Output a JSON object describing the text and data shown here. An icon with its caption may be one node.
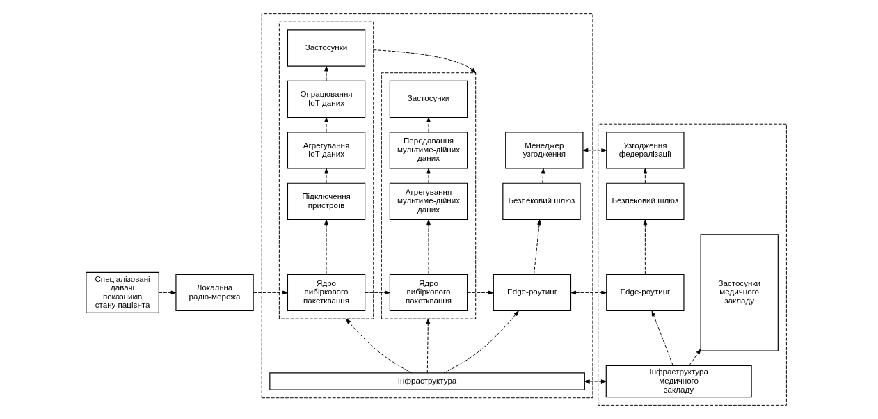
{
  "diagram": {
    "nodes": [
      {
        "text": [
          "Спеціалізовані давачі показників стану пацієнта"
        ]
      },
      {
        "text": [
          "Локальна радіо-мережа"
        ]
      },
      {
        "text": [],
        "shape": "box"
      },
      {
        "text": [],
        "shape": "box",
        "in": 2
      },
      {
        "text": [
          "Застосунки"
        ],
        "in": 3
      },
      {
        "text": [
          "Опрацювання IoT-даних"
        ],
        "in": 3
      },
      {
        "text": [
          "Агрегування IoT-даних"
        ],
        "in": 3
      },
      {
        "text": [
          "Підключення пристроїв"
        ],
        "in": 3
      },
      {
        "text": [
          "Ядро вибіркового пакетквання"
        ],
        "in": 3
      },
      {
        "text": [],
        "shape": "box",
        "in": 2
      },
      {
        "text": [
          "Застосунки"
        ],
        "in": 9
      },
      {
        "text": [
          "Передавання мультиме-дійних даних"
        ],
        "in": 9
      },
      {
        "text": [
          "Агрегування мультиме-дійних даних"
        ],
        "in": 9
      },
      {
        "text": [
          "Ядро вибіркового пакетквання"
        ],
        "in": 9
      },
      {
        "text": [
          "Менеджер узгодження"
        ],
        "in": 2
      },
      {
        "text": [
          "Безпековий шлюз"
        ],
        "in": 2
      },
      {
        "text": [
          "Edge-роутинг"
        ],
        "in": 2
      },
      {
        "text": [
          "Інфраструктура"
        ],
        "in": 2
      },
      {
        "text": [],
        "shape": "box"
      },
      {
        "text": [
          "Узгодження федералізації"
        ],
        "in": 18
      },
      {
        "text": [
          "Безпековий шлюз"
        ],
        "in": 18
      },
      {
        "text": [
          "Edge-роутинг"
        ],
        "in": 18
      },
      {
        "text": [
          "Застосунки медичного закладу"
        ],
        "in": 18
      },
      {
        "text": [
          "Інфраструктура медичного закладу"
        ],
        "in": 18
      }
    ],
    "edges": [
      {
        "from": 0,
        "to": 1,
        "arrow": "to",
        "style": "dashed"
      },
      {
        "from": 1,
        "to": 8,
        "arrow": "to",
        "style": "dashed"
      },
      {
        "from": 8,
        "to": 7,
        "arrow": "to",
        "style": "dashed"
      },
      {
        "from": 7,
        "to": 6,
        "arrow": "to",
        "style": "dashed"
      },
      {
        "from": 6,
        "to": 5,
        "arrow": "to",
        "style": "dashed"
      },
      {
        "from": 5,
        "to": 4,
        "arrow": "to",
        "style": "dashed"
      },
      {
        "from": 3,
        "to": 9,
        "arrow": "to",
        "style": "dashed"
      },
      {
        "from": 8,
        "to": 13,
        "arrow": "to",
        "style": "dashed"
      },
      {
        "from": 13,
        "to": 12,
        "arrow": "to",
        "style": "dashed"
      },
      {
        "from": 12,
        "to": 11,
        "arrow": "to",
        "style": "dashed"
      },
      {
        "from": 11,
        "to": 10,
        "arrow": "to",
        "style": "dashed"
      },
      {
        "from": 13,
        "to": 16,
        "arrow": "to",
        "style": "dashed"
      },
      {
        "from": 16,
        "to": 15,
        "arrow": "to",
        "style": "dashed"
      },
      {
        "from": 15,
        "to": 14,
        "arrow": "to",
        "style": "dashed"
      },
      {
        "from": 14,
        "to": 19,
        "arrow": "both",
        "style": "dashed"
      },
      {
        "from": 16,
        "to": 21,
        "arrow": "both",
        "style": "dashed"
      },
      {
        "from": 21,
        "to": 20,
        "arrow": "to",
        "style": "dashed"
      },
      {
        "from": 20,
        "to": 19,
        "arrow": "to",
        "style": "dashed"
      },
      {
        "from": 17,
        "to": 23,
        "arrow": "both",
        "style": "dashed"
      },
      {
        "from": 17,
        "to": 3,
        "arrow": "to",
        "style": "dashed"
      },
      {
        "from": 17,
        "to": 9,
        "arrow": "to",
        "style": "dashed"
      },
      {
        "from": 17,
        "to": 16,
        "arrow": "to",
        "style": "dashed"
      },
      {
        "from": 23,
        "to": 21,
        "arrow": "to",
        "style": "dashed"
      },
      {
        "from": 23,
        "to": 22,
        "arrow": "to",
        "style": "dashed"
      }
    ]
  }
}
